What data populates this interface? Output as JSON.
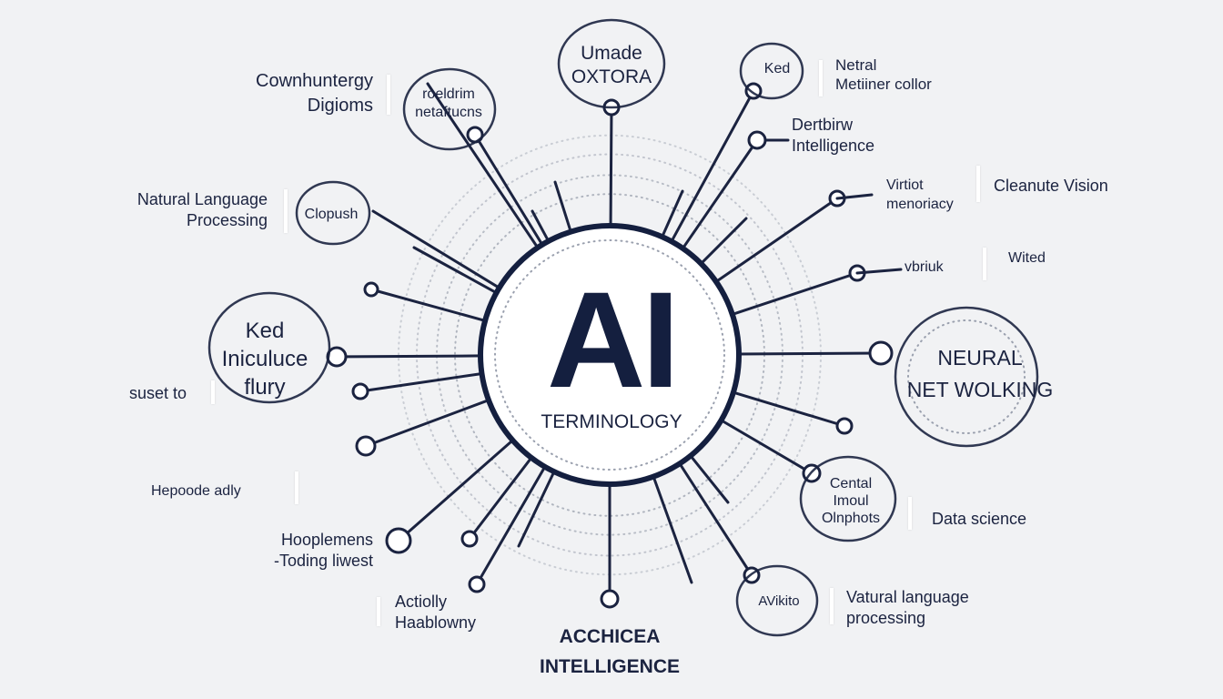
{
  "center": {
    "title": "AI",
    "subtitle": "TERMINOLOGY"
  },
  "labels": {
    "cownhuntergy": "Cownhuntergy\nDigioms",
    "roeldrim": "roeldrim\nnetaftucns",
    "umade": "Umade\nOXTORA",
    "ked_top": "Ked",
    "netral": "Netral\nMetiiner collor",
    "dertbirw": "Dertbirw\nIntelligence",
    "natural_language": "Natural Language\nProcessing",
    "clopush": "Clopush",
    "virtiot": "Virtiot\nmenoriacy",
    "computer_vision": "Cleanute Vision",
    "vbriuk": "vbriuk",
    "wited": "Wited",
    "ked_left": "Ked\nIniculuce\nflury",
    "suset": "suset to",
    "neural": "NEURAL\nNET WOLKING",
    "hepoode": "Hepoode  adly",
    "cental": "Cental\nImoul\nOlnphots",
    "data_science": "Data science",
    "hooplemens": "Hooplemens\n-Toding liwest",
    "actiolly": "Actiolly\nHaablowny",
    "bottom_title": "ACCHICEA\nINTELLIGENCE",
    "avikito": "AVikito",
    "vatural": "Vatural  language\nprocessing"
  },
  "colors": {
    "background": "#f1f2f4",
    "ink": "#1b2340",
    "core": "#141f3f",
    "dots": "#9aa0ae"
  }
}
